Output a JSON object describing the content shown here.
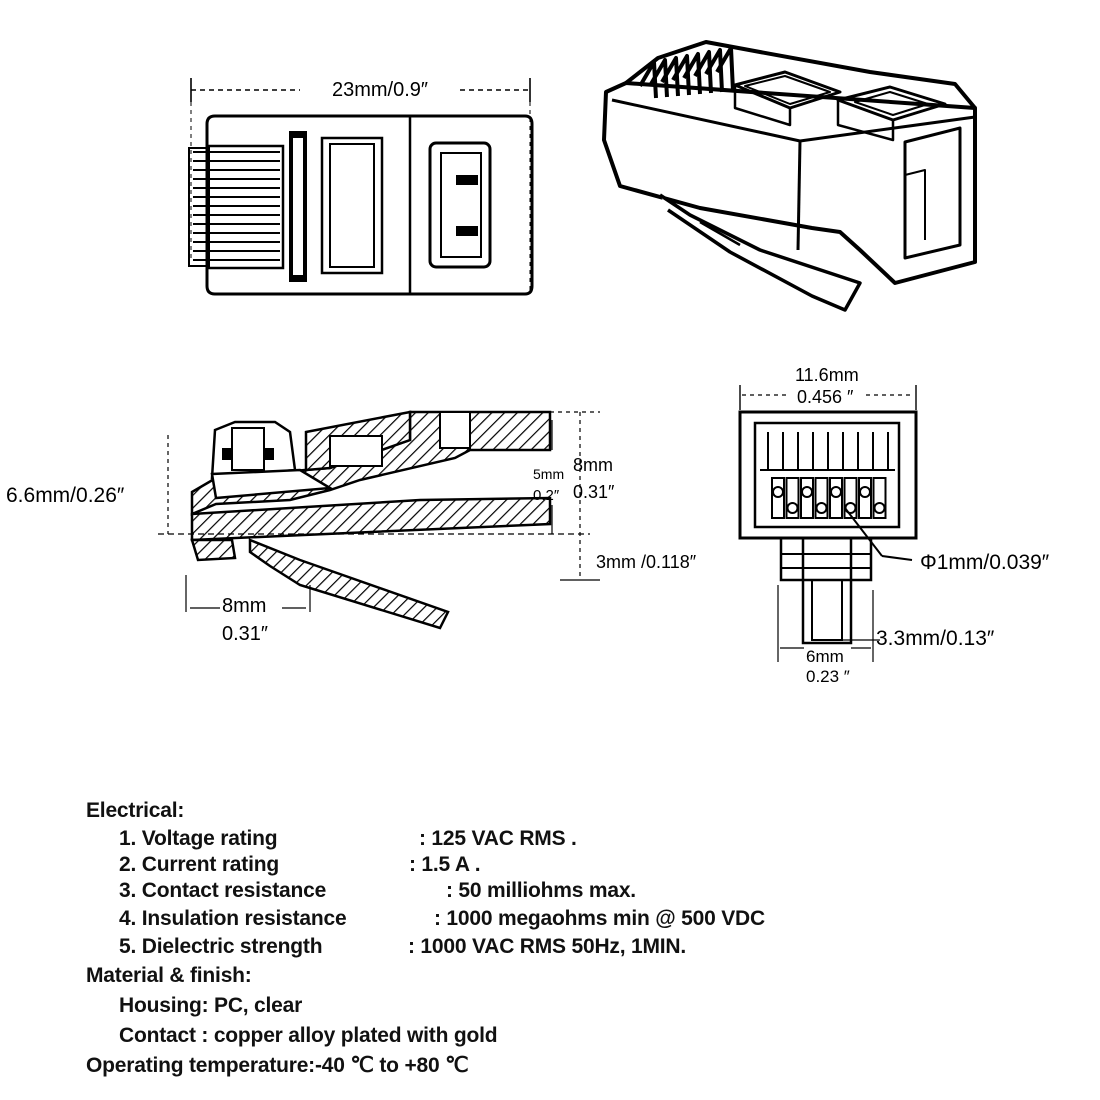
{
  "dimensions": {
    "top_width": "23mm/0.9″",
    "front_width_mm": "11.6mm",
    "front_width_in": "0.456 ″",
    "side_height_left": "6.6mm/0.26″",
    "side_inner_mm": "5mm",
    "side_inner_in": "0.2″",
    "side_total_mm": "8mm",
    "side_total_in": "0.31″",
    "side_latch": "3mm /0.118″",
    "side_latch_len_mm": "8mm",
    "side_latch_len_in": "0.31″",
    "pin_diameter": "Φ1mm/0.039″",
    "latch_depth": "3.3mm/0.13″",
    "latch_width_mm": "6mm",
    "latch_width_in": "0.23 ″"
  },
  "specs": {
    "electrical_heading": "Electrical:",
    "electrical": [
      {
        "label": "1. Voltage rating",
        "value": ": 125 VAC RMS ."
      },
      {
        "label": "2. Current rating",
        "value": ": 1.5 A ."
      },
      {
        "label": "3. Contact resistance",
        "value": ": 50 milliohms max."
      },
      {
        "label": "4. Insulation resistance",
        "value": ": 1000 megaohms min @ 500 VDC"
      },
      {
        "label": "5. Dielectric strength",
        "value": ": 1000 VAC RMS 50Hz, 1MIN."
      }
    ],
    "material_heading": "Material & finish:",
    "housing": "Housing: PC, clear",
    "contact": "Contact : copper alloy plated with gold",
    "temperature": "Operating temperature:-40 ℃ to +80 ℃"
  }
}
